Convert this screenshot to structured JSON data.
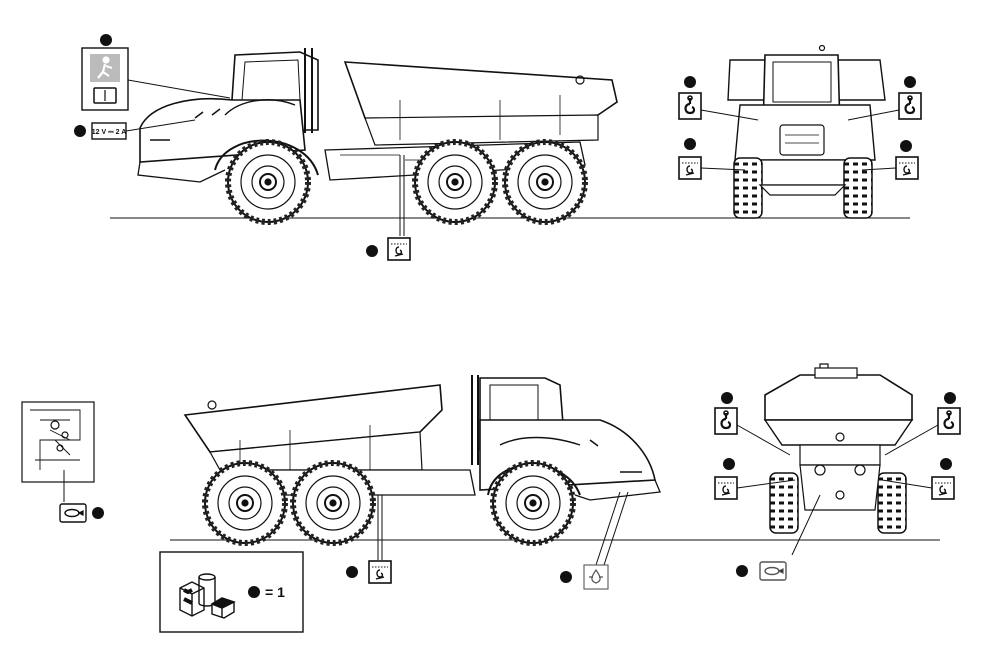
{
  "labels": {
    "voltage_decal": "12 V ⎓ 2 A",
    "legend_equals": "= 1"
  },
  "legend": {
    "icon": "parts-boxes-icon",
    "marker": "black-dot"
  },
  "views": {
    "side_left": {
      "vehicle": "articulated-dump-truck",
      "orientation": "left-side"
    },
    "front": {
      "vehicle": "articulated-dump-truck",
      "orientation": "front"
    },
    "side_right": {
      "vehicle": "articulated-dump-truck",
      "orientation": "right-side"
    },
    "rear": {
      "vehicle": "articulated-dump-truck",
      "orientation": "rear"
    },
    "detail": {
      "vehicle": "engine-compartment-detail",
      "orientation": "detail"
    }
  },
  "decal_icons": [
    "emergency-exit-icon",
    "lifting-hook-icon",
    "tie-down-icon",
    "fluid-fill-icon",
    "sound-level-icon"
  ],
  "colors": {
    "line": "#111111",
    "background": "#ffffff"
  }
}
